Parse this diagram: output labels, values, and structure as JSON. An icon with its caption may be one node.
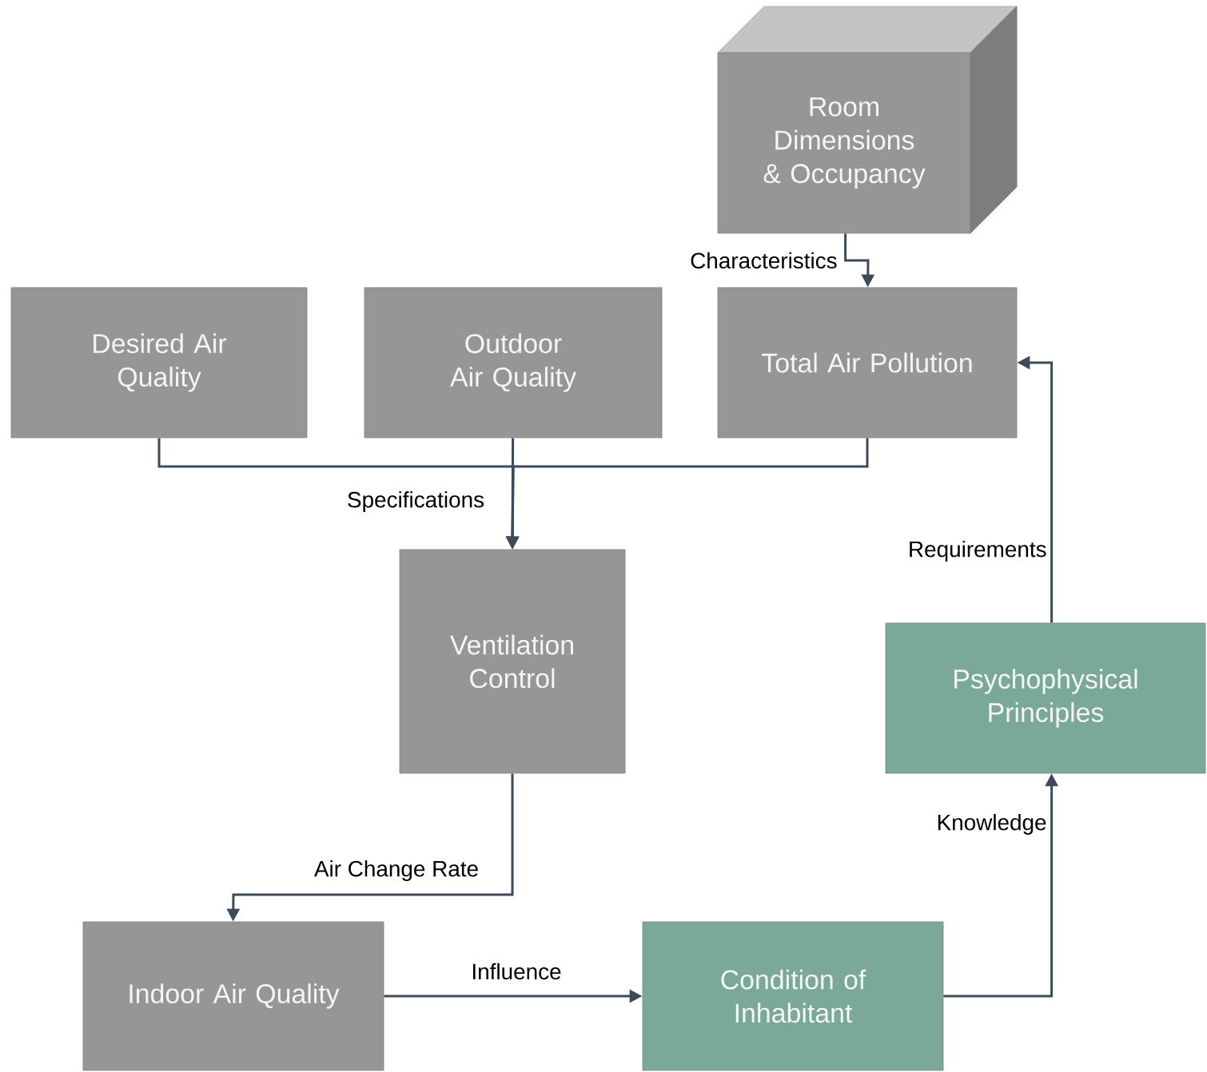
{
  "diagram": {
    "nodes": [
      {
        "text": [
          "Room Dimensions & Occupancy"
        ]
      },
      {
        "text": [
          "Desired Air Quality"
        ]
      },
      {
        "text": [
          "Outdoor Air Quality"
        ]
      },
      {
        "text": [
          "Total Air Pollution"
        ]
      },
      {
        "text": [
          "Ventilation Control"
        ]
      },
      {
        "text": [
          "Psychophysical Principles"
        ]
      },
      {
        "text": [
          "Indoor Air Quality"
        ]
      },
      {
        "text": [
          "Condition of Inhabitant"
        ]
      }
    ],
    "edges": [
      {
        "from": 0,
        "to": 3,
        "arrow": "to",
        "label": "Characteristics"
      },
      {
        "from": 1,
        "to": 4,
        "arrow": "to"
      },
      {
        "from": 2,
        "to": 4,
        "arrow": "to",
        "label": "Specifications"
      },
      {
        "from": 3,
        "to": 4,
        "arrow": "to"
      },
      {
        "from": 4,
        "to": 6,
        "arrow": "to",
        "label": "Air Change Rate"
      },
      {
        "from": 6,
        "to": 7,
        "arrow": "to",
        "label": "Influence"
      },
      {
        "from": 7,
        "to": 5,
        "arrow": "to",
        "label": "Knowledge"
      },
      {
        "from": 5,
        "to": 3,
        "arrow": "to",
        "label": "Requirements"
      }
    ]
  }
}
